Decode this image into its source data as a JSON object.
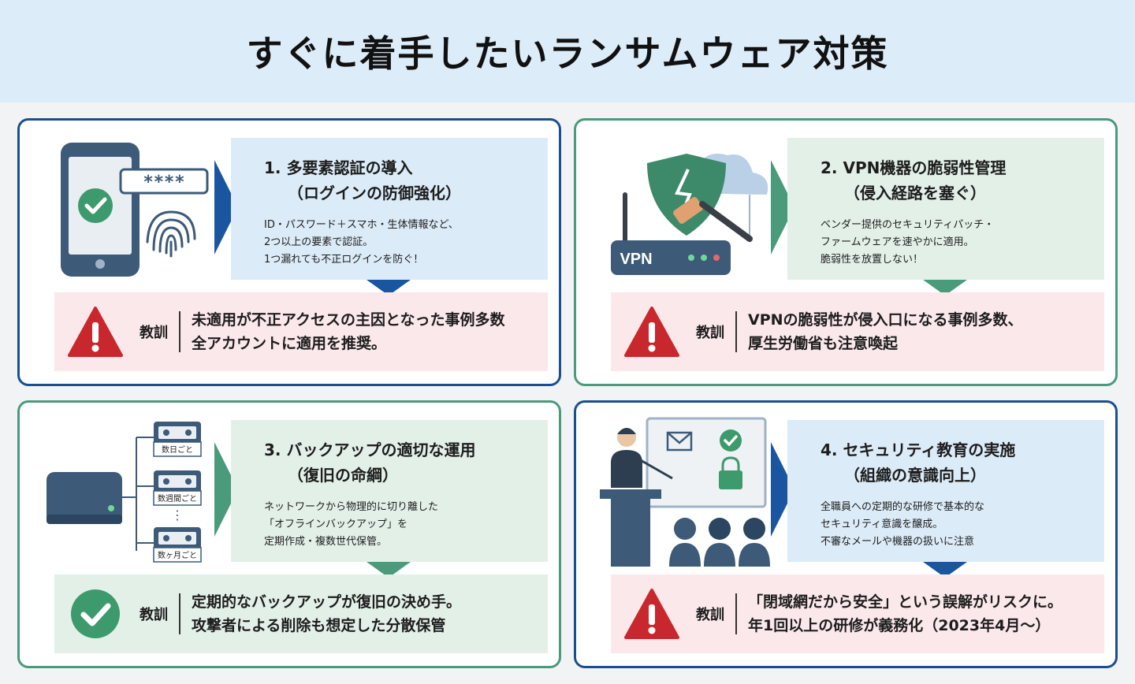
{
  "title": "すぐに着手したいランサムウェア対策",
  "panels": [
    {
      "id": "mfa",
      "title_line1": "1. 多要素認証の導入",
      "title_line2": "（ログインの防御強化）",
      "desc": [
        "ID・パスワード＋スマホ・生体情報など、",
        "2つ以上の要素で認証。",
        "1つ漏れても不正ログインを防ぐ！"
      ],
      "illus_text": "****",
      "lesson_label": "教訓",
      "lesson": [
        "未適用が不正アクセスの主因となった事例多数",
        "全アカウントに適用を推奨。"
      ],
      "lesson_icon": "warning-icon"
    },
    {
      "id": "vpn",
      "title_line1": "2. VPN機器の脆弱性管理",
      "title_line2": "（侵入経路を塞ぐ）",
      "desc": [
        "ベンダー提供のセキュリティパッチ・",
        "ファームウェアを速やかに適用。",
        "脆弱性を放置しない！"
      ],
      "illus_text": "VPN",
      "lesson_label": "教訓",
      "lesson": [
        "VPNの脆弱性が侵入口になる事例多数、",
        "厚生労働省も注意喚起"
      ],
      "lesson_icon": "warning-icon"
    },
    {
      "id": "backup",
      "title_line1": "3. バックアップの適切な運用",
      "title_line2": "（復旧の命綱）",
      "desc": [
        "ネットワークから物理的に切り離した",
        "「オフラインバックアップ」を",
        "定期作成・複数世代保管。"
      ],
      "tapes": [
        "数日ごと",
        "数週間ごと",
        "数ヶ月ごと"
      ],
      "lesson_label": "教訓",
      "lesson": [
        "定期的なバックアップが復旧の決め手。",
        "攻撃者による削除も想定した分散保管"
      ],
      "lesson_icon": "check-icon"
    },
    {
      "id": "education",
      "title_line1": "4. セキュリティ教育の実施",
      "title_line2": "（組織の意識向上）",
      "desc": [
        "全職員への定期的な研修で基本的な",
        "セキュリティ意識を醸成。",
        "不審なメールや機器の扱いに注意"
      ],
      "lesson_label": "教訓",
      "lesson": [
        "「閉域網だから安全」という誤解がリスクに。",
        "年1回以上の研修が義務化（2023年4月〜）"
      ],
      "lesson_icon": "warning-icon"
    }
  ],
  "colors": {
    "blue": "#1a4f8f",
    "green": "#4a9a7c",
    "red": "#c8282d"
  }
}
